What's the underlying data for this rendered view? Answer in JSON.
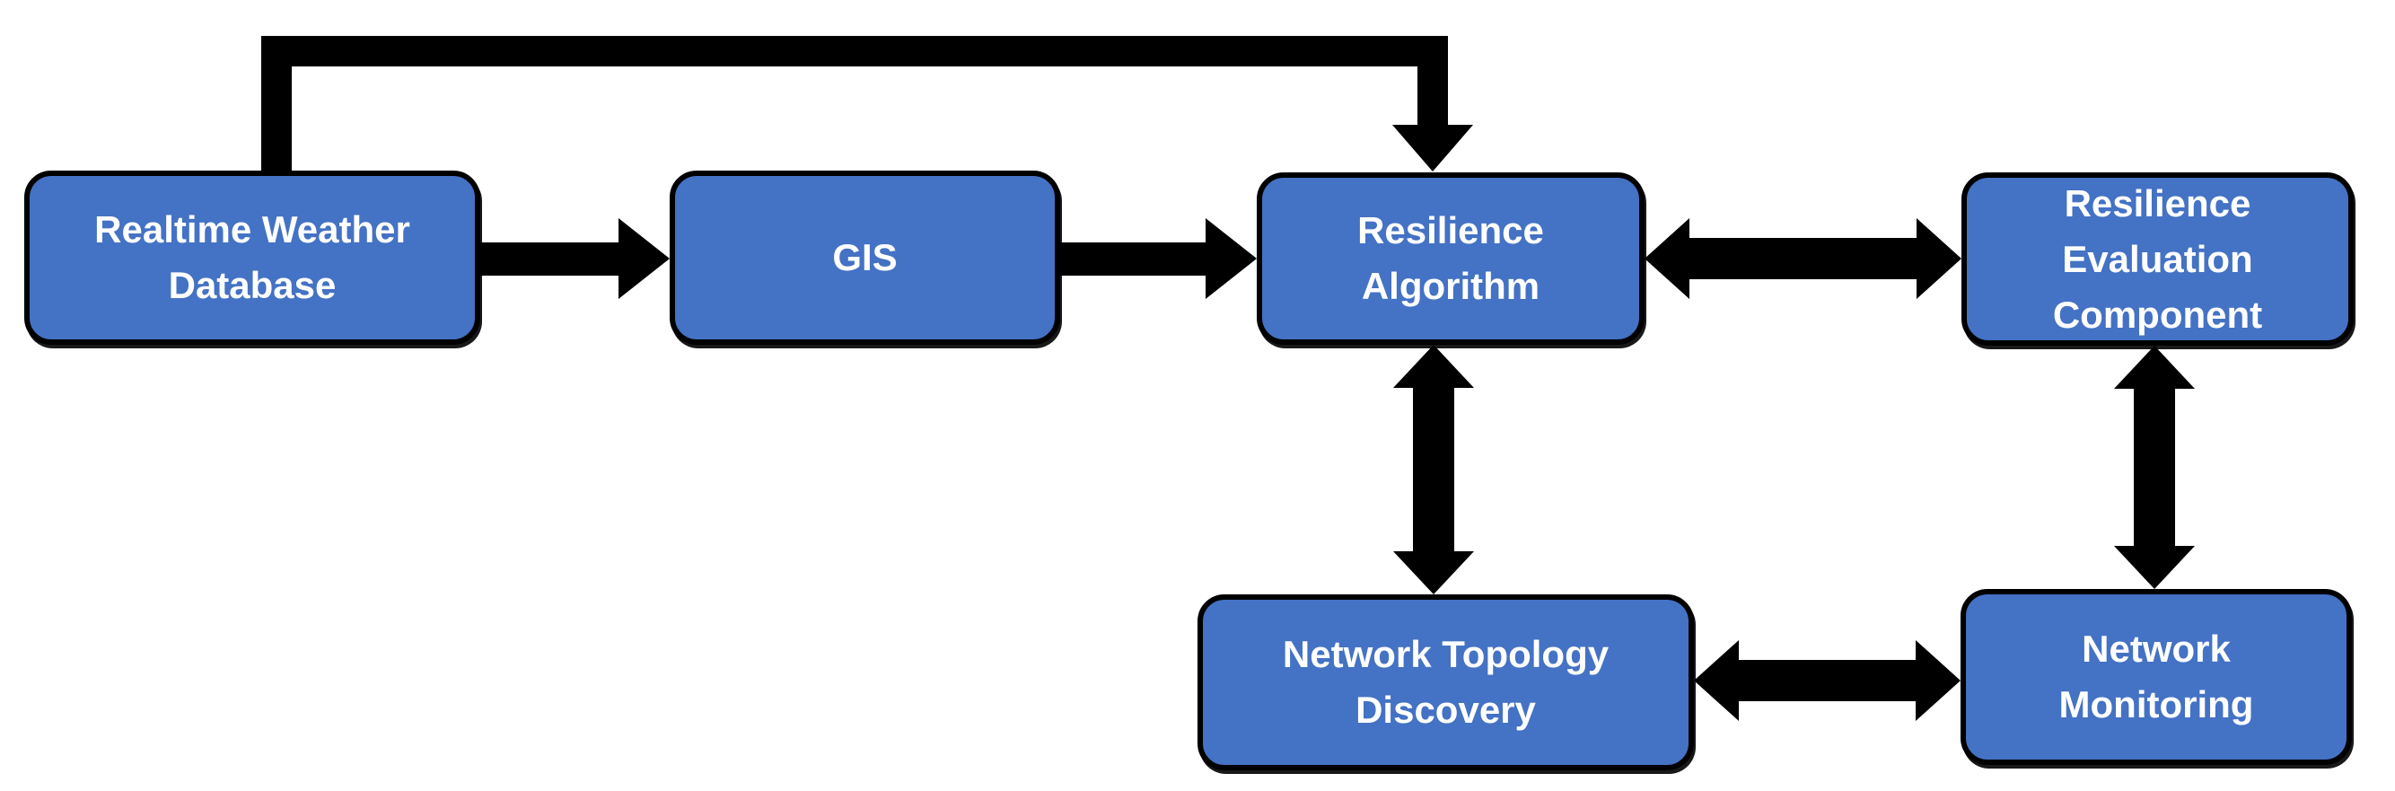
{
  "diagram": {
    "type": "flow-diagram",
    "colors": {
      "box_fill": "#4472C4",
      "box_border": "#000000",
      "arrow": "#000000",
      "text": "#FFFFFF",
      "background": "#FFFFFF"
    },
    "nodes": [
      {
        "id": "realtime-weather-database",
        "label": "Realtime Weather Database",
        "lines": [
          "Realtime Weather",
          "Database"
        ]
      },
      {
        "id": "gis",
        "label": "GIS",
        "lines": [
          "GIS"
        ]
      },
      {
        "id": "resilience-algorithm",
        "label": "Resilience Algorithm",
        "lines": [
          "Resilience",
          "Algorithm"
        ]
      },
      {
        "id": "resilience-evaluation-component",
        "label": "Resilience Evaluation Component",
        "lines": [
          "Resilience",
          "Evaluation",
          "Component"
        ]
      },
      {
        "id": "network-topology-discovery",
        "label": "Network Topology Discovery",
        "lines": [
          "Network Topology",
          "Discovery"
        ]
      },
      {
        "id": "network-monitoring",
        "label": "Network Monitoring",
        "lines": [
          "Network",
          "Monitoring"
        ]
      }
    ],
    "edges": [
      {
        "from": "realtime-weather-database",
        "to": "resilience-algorithm",
        "style": "elbow-over-top",
        "direction": "one-way"
      },
      {
        "from": "realtime-weather-database",
        "to": "gis",
        "style": "straight",
        "direction": "one-way"
      },
      {
        "from": "gis",
        "to": "resilience-algorithm",
        "style": "straight",
        "direction": "one-way"
      },
      {
        "from": "resilience-algorithm",
        "to": "resilience-evaluation-component",
        "style": "straight",
        "direction": "two-way"
      },
      {
        "from": "resilience-algorithm",
        "to": "network-topology-discovery",
        "style": "straight",
        "direction": "two-way"
      },
      {
        "from": "resilience-evaluation-component",
        "to": "network-monitoring",
        "style": "straight",
        "direction": "two-way"
      },
      {
        "from": "network-topology-discovery",
        "to": "network-monitoring",
        "style": "straight",
        "direction": "two-way"
      }
    ]
  }
}
